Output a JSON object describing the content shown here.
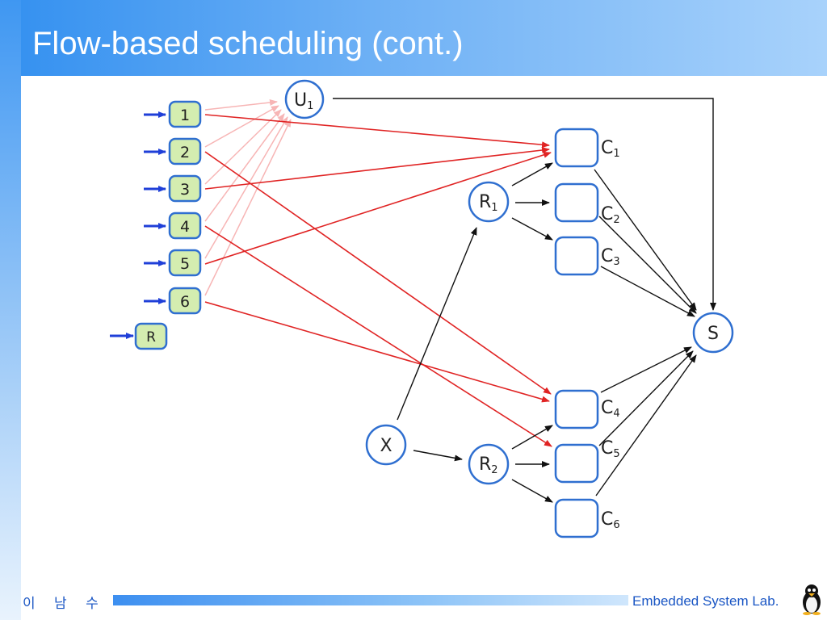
{
  "slide": {
    "title": "Flow-based scheduling (cont.)",
    "footer_author": "이 남 수",
    "footer_lab": "Embedded System Lab."
  },
  "diagram": {
    "sources": [
      "1",
      "2",
      "3",
      "4",
      "5",
      "6",
      "R"
    ],
    "u_node": {
      "base": "U",
      "sub": "1"
    },
    "x_node": "X",
    "r_nodes": [
      {
        "base": "R",
        "sub": "1"
      },
      {
        "base": "R",
        "sub": "2"
      }
    ],
    "c_nodes": [
      {
        "base": "C",
        "sub": "1"
      },
      {
        "base": "C",
        "sub": "2"
      },
      {
        "base": "C",
        "sub": "3"
      },
      {
        "base": "C",
        "sub": "4"
      },
      {
        "base": "C",
        "sub": "5"
      },
      {
        "base": "C",
        "sub": "6"
      }
    ],
    "sink": "S",
    "colors": {
      "node_stroke": "#2f6fd0",
      "source_fill": "#d4edb0",
      "source_stroke": "#2f6fd0",
      "input_arrow": "#1f3fd8",
      "assigned_edge": "#e02424",
      "unscheduled_edge": "#f7b5b5",
      "structural_edge": "#111111"
    }
  }
}
